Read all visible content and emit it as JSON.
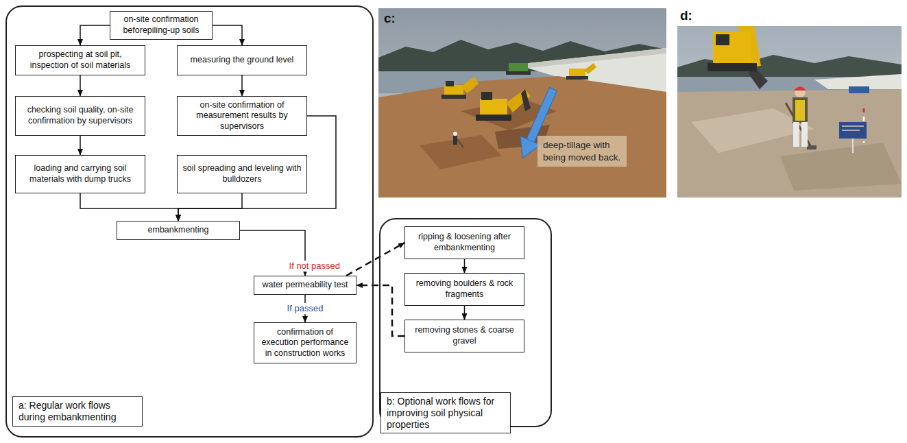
{
  "diagram": {
    "nodes": [
      {
        "text": [
          "a: Regular work flows during embankmenting"
        ]
      },
      {
        "text": [
          "on-site confirmation beforepiling-up soils"
        ],
        "in": 0
      },
      {
        "text": [
          "prospecting at soil pit, inspection of soil materials"
        ],
        "in": 0
      },
      {
        "text": [
          "measuring the ground level"
        ],
        "in": 0
      },
      {
        "text": [
          "checking soil quality, on-site confirmation by supervisors"
        ],
        "in": 0
      },
      {
        "text": [
          "on-site confirmation of measurement results by supervisors"
        ],
        "in": 0
      },
      {
        "text": [
          "loading and carrying soil materials with dump trucks"
        ],
        "in": 0
      },
      {
        "text": [
          "soil spreading and leveling with bulldozers"
        ],
        "in": 0
      },
      {
        "text": [
          "embankmenting"
        ],
        "in": 0
      },
      {
        "text": [
          "water permeability test"
        ],
        "in": 0
      },
      {
        "text": [
          "confirmation of execution performance in construction works"
        ],
        "in": 0
      },
      {
        "text": [
          "b: Optional work flows for improving soil physical properties"
        ]
      },
      {
        "text": [
          "ripping & loosening after embankmenting"
        ],
        "in": 11
      },
      {
        "text": [
          "removing boulders & rock fragments"
        ],
        "in": 11
      },
      {
        "text": [
          "removing stones & coarse gravel"
        ],
        "in": 11
      }
    ],
    "edges": [
      {
        "from": 1,
        "to": 2,
        "arrow": "to"
      },
      {
        "from": 1,
        "to": 3,
        "arrow": "to"
      },
      {
        "from": 2,
        "to": 4,
        "arrow": "to"
      },
      {
        "from": 4,
        "to": 6,
        "arrow": "to"
      },
      {
        "from": 3,
        "to": 5,
        "arrow": "to"
      },
      {
        "from": 6,
        "to": 8,
        "arrow": "to"
      },
      {
        "from": 7,
        "to": 8,
        "arrow": "to"
      },
      {
        "from": 5,
        "to": 8,
        "arrow": "to"
      },
      {
        "from": 8,
        "to": 9,
        "arrow": "to"
      },
      {
        "from": 9,
        "to": 10,
        "label": "If passed",
        "arrow": "to"
      },
      {
        "from": 9,
        "to": 12,
        "label": "If not passed",
        "arrow": "to"
      },
      {
        "from": 12,
        "to": 13,
        "arrow": "to"
      },
      {
        "from": 13,
        "to": 14,
        "arrow": "to"
      },
      {
        "from": 14,
        "to": 9,
        "arrow": "to"
      }
    ],
    "labels": [
      "c:",
      "d:",
      "deep-tillage with being moved back."
    ]
  }
}
